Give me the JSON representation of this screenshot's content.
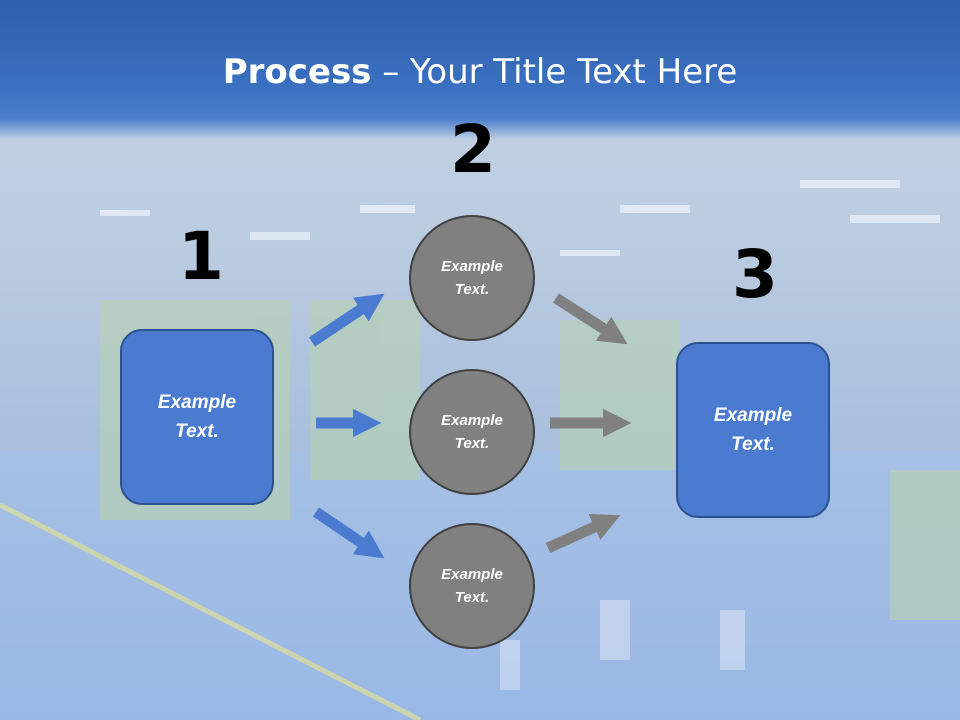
{
  "slide": {
    "title_strong": "Process",
    "title_rest": " – Your Title Text Here",
    "numbers": [
      "1",
      "2",
      "3"
    ],
    "left_box": "Example\nText.",
    "right_box": "Example\nText.",
    "circles": [
      "Example\nText.",
      "Example\nText.",
      "Example\nText."
    ]
  },
  "colors": {
    "header": "#3a6fc0",
    "box_fill": "#4a7bd0",
    "circle_fill": "#808080",
    "blue_arrow": "#4a7bd0",
    "gray_arrow": "#808080"
  }
}
